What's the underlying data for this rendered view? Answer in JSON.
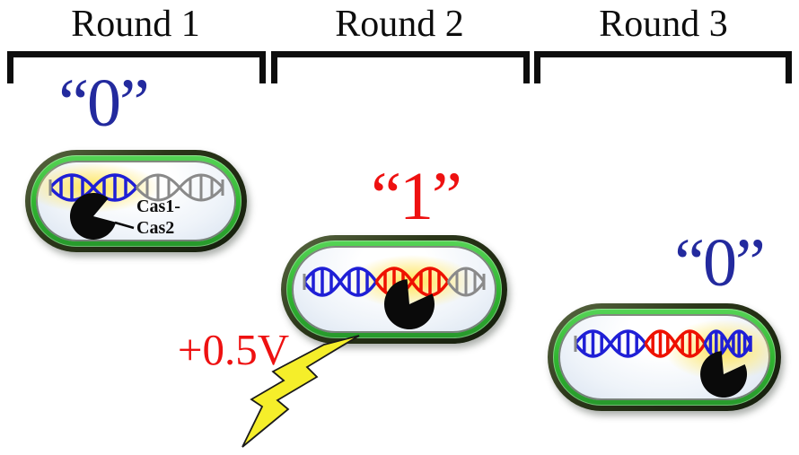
{
  "figure": {
    "rounds": [
      {
        "title": "Round 1",
        "bit": "“0”",
        "bit_value": "0",
        "bit_color": "#232a9e"
      },
      {
        "title": "Round 2",
        "bit": "“1”",
        "bit_value": "1",
        "bit_color": "#ee1111"
      },
      {
        "title": "Round 3",
        "bit": "“0”",
        "bit_value": "0",
        "bit_color": "#232a9e"
      }
    ],
    "voltage_label": "+0.5V",
    "protein_label": {
      "line1": "Cas1-",
      "line2": "Cas2"
    },
    "icons": {
      "cell": "bacterial-cell-capsule",
      "dna": "dna-double-helix",
      "protein": "cas1-cas2-pacman-protein",
      "bolt": "lightning-bolt",
      "glow": "yellow-highlight-glow"
    },
    "colors": {
      "title_text": "#0d0d0d",
      "bracket": "#0d0d0d",
      "bit_zero_blue": "#232a9e",
      "bit_one_red": "#ee1111",
      "voltage_red": "#ee1111",
      "dna_blue": "#1f1fd6",
      "dna_red": "#ee1100",
      "dna_gray": "#8a8a8a",
      "cell_outer_dark": "#2b3619",
      "cell_ring_green": "#2fb32f",
      "protein_black": "#0a0a0a",
      "lightning_yellow": "#f5ee2a",
      "glow_yellow": "#ffe450"
    }
  }
}
